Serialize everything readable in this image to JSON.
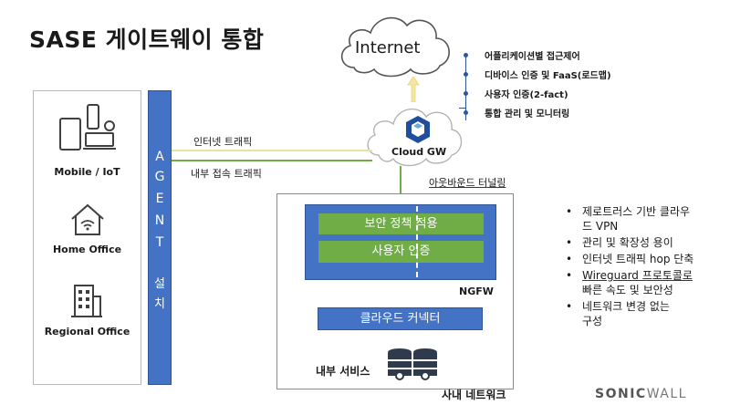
{
  "title": "SASE 게이트웨이 통합",
  "internet": {
    "label": "Internet"
  },
  "cloud_gw": {
    "label": "Cloud GW"
  },
  "devices": [
    {
      "label": "Mobile / IoT",
      "icon": "mobile-iot-icon"
    },
    {
      "label": "Home Office",
      "icon": "home-office-icon"
    },
    {
      "label": "Regional Office",
      "icon": "regional-office-icon"
    }
  ],
  "agent": {
    "letters": [
      "A",
      "G",
      "E",
      "N",
      "T"
    ],
    "install": [
      "설",
      "치"
    ]
  },
  "traffic": {
    "internet": "인터넷 트래픽",
    "internal": "내부 접속 트래픽",
    "tunnel": "아웃바운드 터널링"
  },
  "features": [
    "어플리케이션별 접근제어",
    "디바이스 인증 및 FaaS(로드맵)",
    "사용자 인증(2-fact)",
    "통합 관리 및 모니터링"
  ],
  "ngfw": {
    "label": "NGFW",
    "policy": "보안 정책 적용",
    "auth": "사용자 인증"
  },
  "connector": {
    "label": "클라우드 커넥터"
  },
  "internal_services": {
    "label": "내부 서비스"
  },
  "internal_network": {
    "label": "사내 네트워크"
  },
  "benefits": [
    [
      "제로트러스 기반 클라우",
      "드 VPN"
    ],
    [
      "관리 및 확장성 용이"
    ],
    [
      "인터넷 트래픽 hop 단축"
    ],
    [
      "Wireguard 프로토콜로",
      "빠른 속도 및 보안성"
    ],
    [
      "네트워크 변경 없는",
      "구성"
    ]
  ],
  "logo": {
    "sonic": "SONIC",
    "wall": "WALL"
  },
  "colors": {
    "agent_blue": "#4472c4",
    "green": "#70ad47",
    "internet_line": "#e8e3a0",
    "arrow_yellow": "#f4e6a0"
  }
}
